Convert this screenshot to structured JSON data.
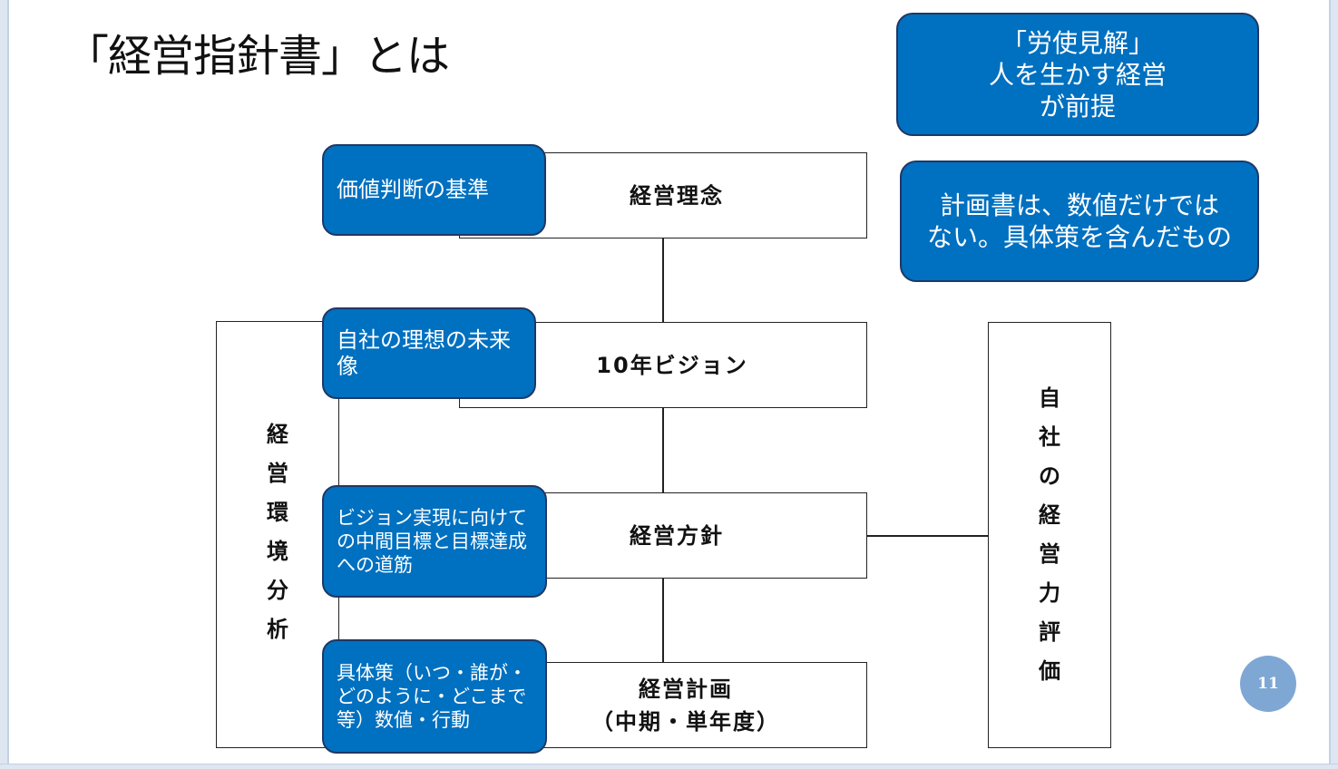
{
  "title": "「経営指針書」とは",
  "notes": {
    "premise": [
      "「労使見解」",
      "人を生かす経営",
      "が前提"
    ],
    "plan": [
      "計画書は、数値だけでは",
      "ない。具体策を含んだもの"
    ]
  },
  "hierarchy": {
    "philosophy": "経営理念",
    "vision": "10年ビジョン",
    "policy": "経営方針",
    "plan": [
      "経営計画",
      "（中期・単年度）"
    ]
  },
  "callouts": {
    "philosophy": "価値判断の基準",
    "vision": "自社の理想の未来像",
    "policy": "ビジョン実現に向けての中間目標と目標達成への道筋",
    "plan": "具体策（いつ・誰が・どのように・どこまで等）数値・行動"
  },
  "side_left": [
    "経",
    "営",
    "環",
    "境",
    "分",
    "析"
  ],
  "side_right": [
    "自",
    "社",
    "の",
    "経",
    "営",
    "力",
    "評",
    "価"
  ],
  "page_number": "11",
  "colors": {
    "callout_fill": "#0070c0",
    "callout_border": "#1f3864",
    "page_badge": "#7fa7d4"
  }
}
